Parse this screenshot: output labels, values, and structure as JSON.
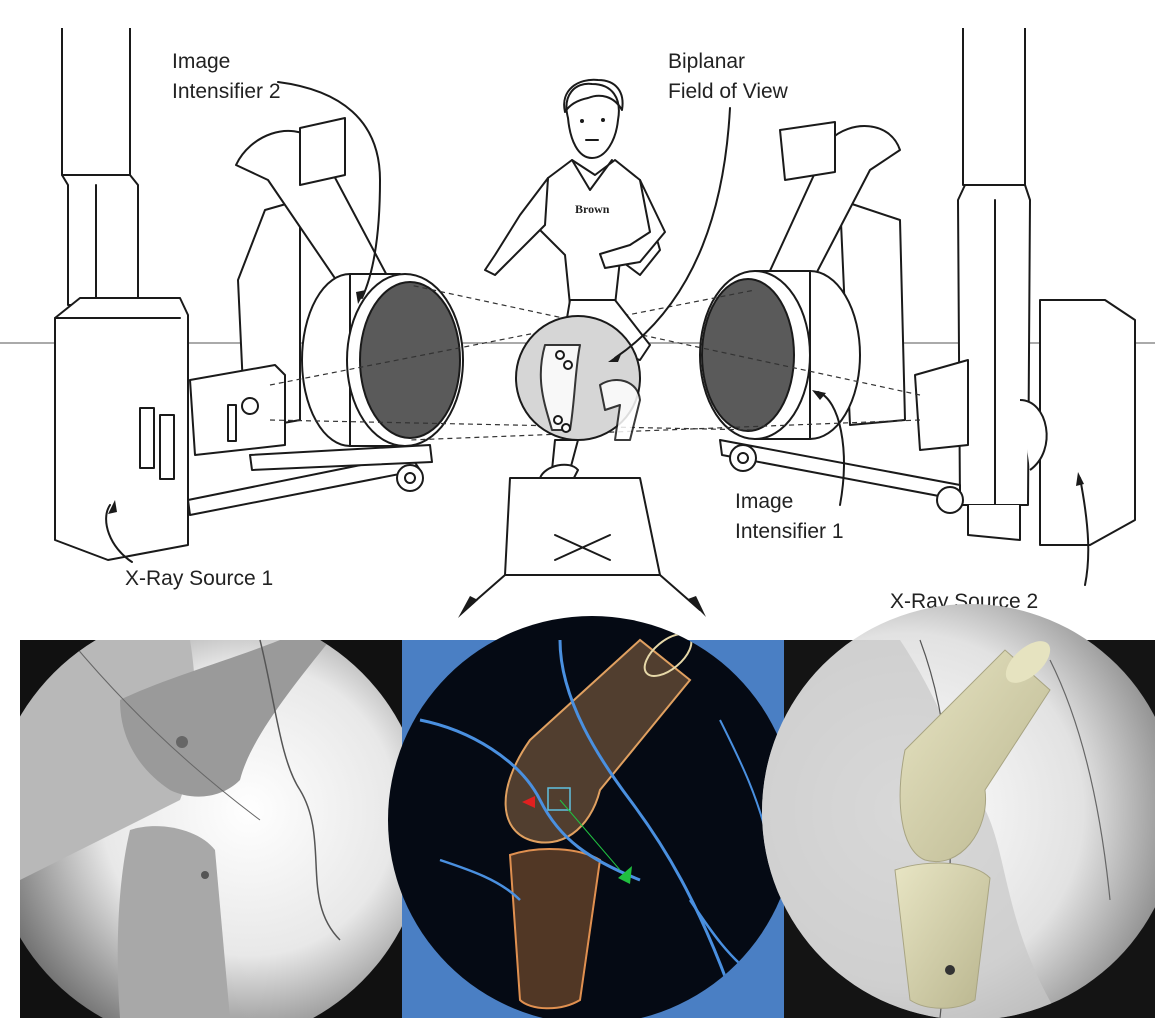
{
  "labels": {
    "image_intensifier_2": [
      "Image",
      "Intensifier 2"
    ],
    "biplanar_fov": [
      "Biplanar",
      "Field of View"
    ],
    "image_intensifier_1": [
      "Image",
      "Intensifier 1"
    ],
    "xray_source_1": "X-Ray Source 1",
    "xray_source_2": "X-Ray Source 2",
    "jersey": "Brown"
  },
  "colors": {
    "line": "#1a1a1a",
    "intensifier_face": "#5a5a5a",
    "fov_circle": "#d6d6d6",
    "panel_blue": "#4a7fc4",
    "bone_model": "#d9d6b0",
    "wireframe_orange": "#e0a060",
    "wireframe_blue": "#4a90e0"
  },
  "panels": [
    {
      "name": "left-fluoroscopy",
      "style": "radiograph"
    },
    {
      "name": "middle-3d-reconstruction",
      "style": "wireframe"
    },
    {
      "name": "right-bone-overlay",
      "style": "shaded-model"
    }
  ]
}
